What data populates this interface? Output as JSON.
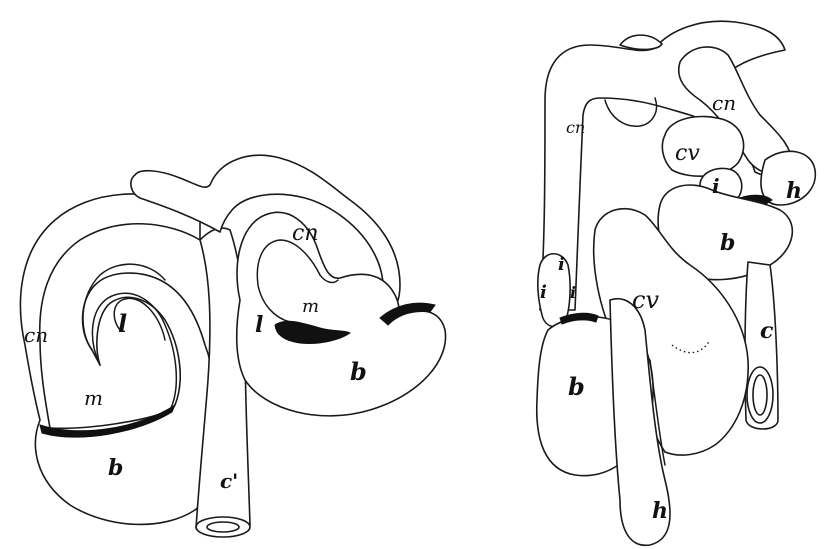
{
  "figure": {
    "left": {
      "cn_1": "cn",
      "cn_2": "cn",
      "l_1": "l",
      "l_2": "l",
      "m_1": "m",
      "m_2": "m",
      "b_1": "b",
      "b_2": "b",
      "c": "c'"
    },
    "right": {
      "cn_1": "cn",
      "cn_2": "cn",
      "cv_1": "cv",
      "cv_2": "cv",
      "i_1": "i",
      "i_2": "i",
      "i_3": "i",
      "i_4": "i",
      "h_1": "h",
      "h_2": "h",
      "b_1": "b",
      "b_2": "b",
      "c": "c"
    }
  }
}
